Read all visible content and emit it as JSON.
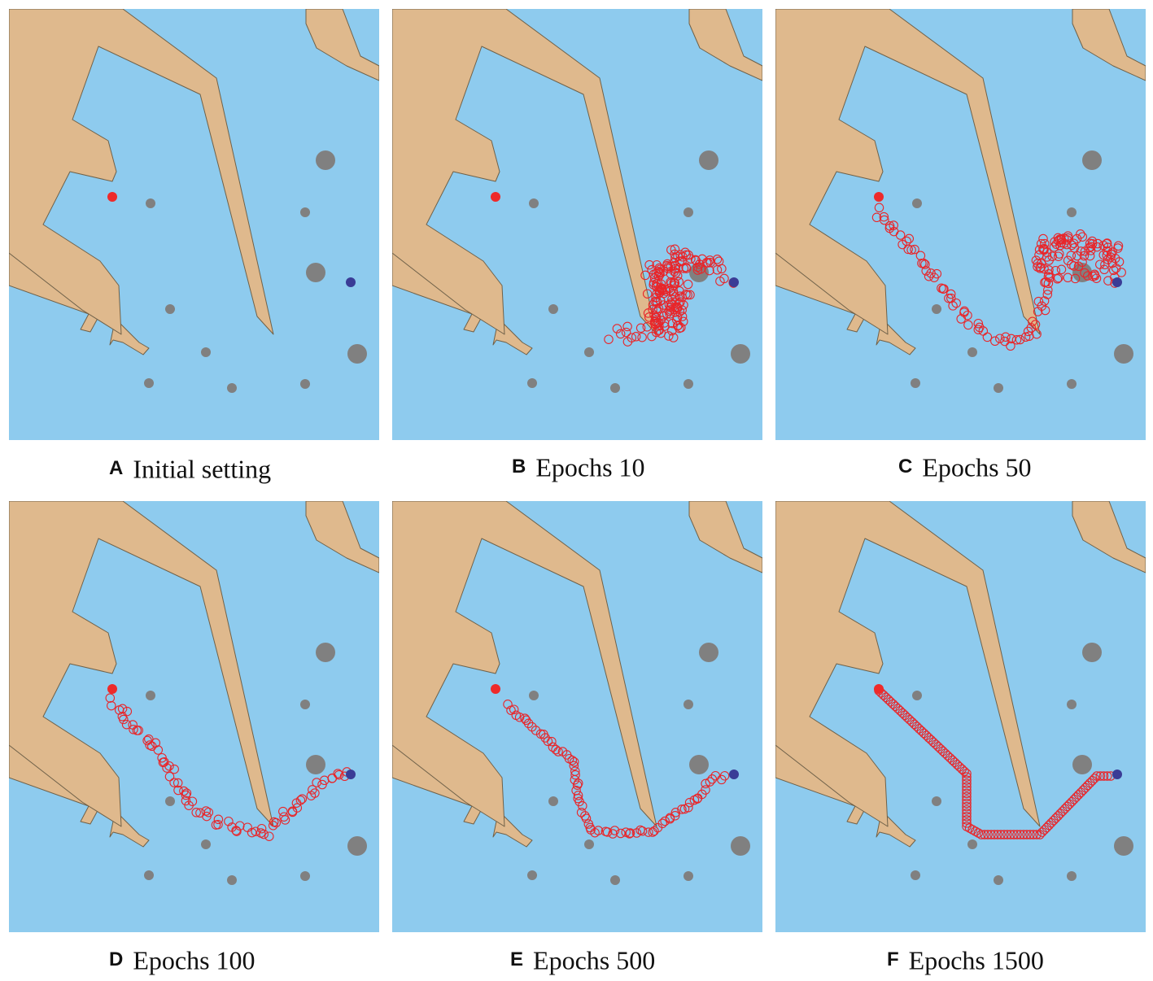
{
  "colors": {
    "water": "#8ecbee",
    "land": "#dfb98d",
    "land_edge": "#6f6149",
    "obstacle": "#808080",
    "start": "#ee2a2a",
    "goal": "#3a3c96",
    "path": "#e8262a"
  },
  "panels": [
    {
      "letter": "A",
      "label": "Initial setting",
      "path_style": "none"
    },
    {
      "letter": "B",
      "label": "Epochs 10",
      "path_style": "cluster"
    },
    {
      "letter": "C",
      "label": "Epochs 50",
      "path_style": "wander"
    },
    {
      "letter": "D",
      "label": "Epochs 100",
      "path_style": "noisy"
    },
    {
      "letter": "E",
      "label": "Epochs 500",
      "path_style": "near"
    },
    {
      "letter": "F",
      "label": "Epochs 1500",
      "path_style": "clean"
    }
  ]
}
